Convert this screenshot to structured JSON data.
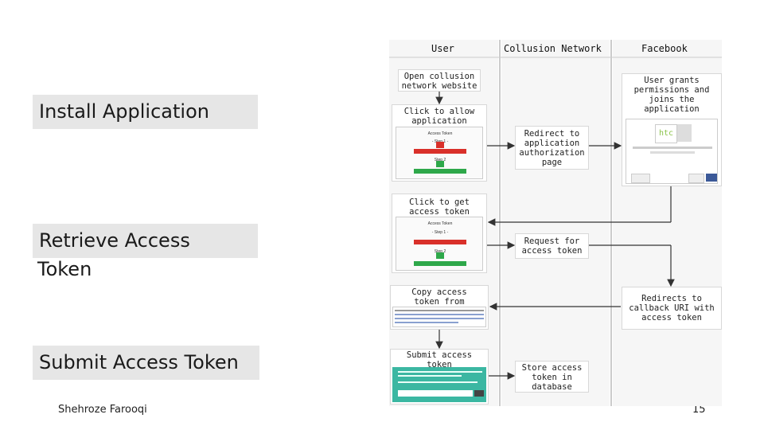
{
  "stages": {
    "install": "Install Application",
    "retrieve_line1": "Retrieve Access",
    "retrieve_line2": "Token",
    "submit": "Submit Access Token"
  },
  "footer": {
    "author": "Shehroze Farooqi",
    "page_number": "15"
  },
  "lanes": {
    "user": "User",
    "collusion": "Collusion Network",
    "facebook": "Facebook"
  },
  "steps": {
    "open_site": "Open collusion network website",
    "click_allow": "Click to allow application",
    "redirect_auth": "Redirect to application authorization page",
    "grant_perm": "User grants permissions and joins the application",
    "click_get_token": "Click to get access token",
    "request_token": "Request for access token",
    "redirect_callback": "Redirects to callback URI with access token",
    "copy_token": "Copy access token from address bar",
    "submit_token": "Submit access token",
    "store_token": "Store access token in database"
  },
  "mini": {
    "access_token_title": "Access Token",
    "step1": "- Step 1 -",
    "step2": "Step 2",
    "htc_logo": "htc"
  },
  "colors": {
    "stage_bg": "#e6e6e6",
    "lane_line": "#bbbbbb",
    "arrow": "#333333",
    "red_btn": "#d9302a",
    "green_btn": "#2ea84a",
    "teal": "#3bb7a2"
  }
}
